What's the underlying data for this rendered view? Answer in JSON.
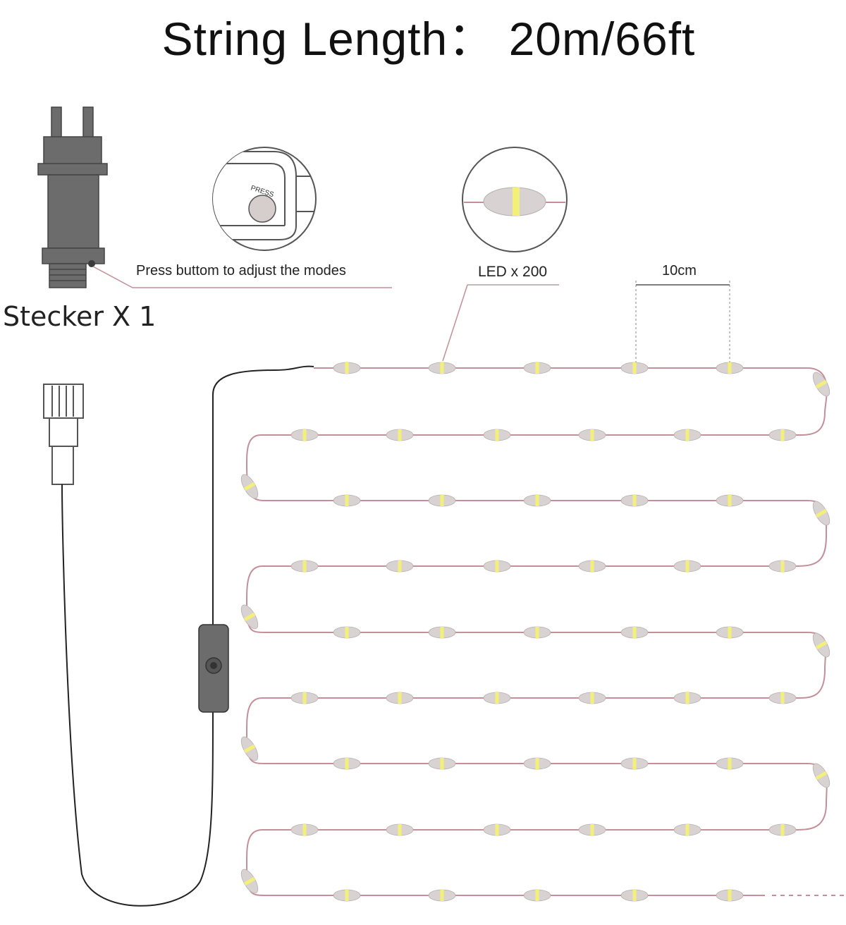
{
  "title": "String Length：  20m/66ft",
  "adapter_label": "Stecker X 1",
  "button_callout": "Press buttom to adjust the modes",
  "button_press_text": "PRESS",
  "led_callout": "LED x 200",
  "spacing_label": "10cm",
  "colors": {
    "wire": "#c48f98",
    "cable": "#222222",
    "adapter_body": "#6c6c6c",
    "led_shell": "#d8d2d2",
    "led_core": "#f3f07a",
    "outline": "#555555"
  },
  "icons": [
    "power-adapter-icon",
    "controller-button-icon",
    "led-bulb-icon",
    "usb-connector-icon",
    "inline-switch-icon"
  ]
}
